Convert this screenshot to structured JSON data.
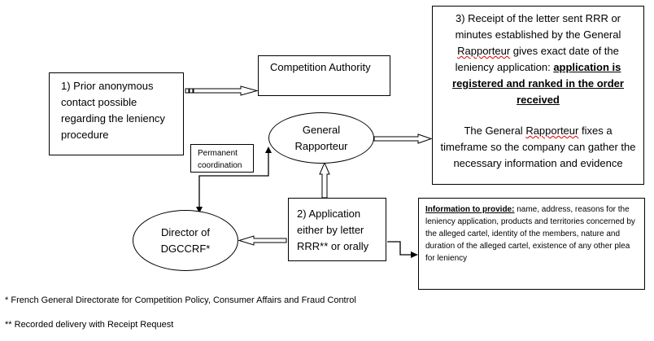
{
  "boxes": {
    "prior_contact": "1) Prior anonymous contact possible regarding the leniency procedure",
    "competition_authority": "Competition Authority",
    "receipt": {
      "line1": "3) Receipt of the letter sent RRR or minutes established by the General",
      "rapporteur_word": "Rapporteur",
      "line2": " gives exact date of the leniency application: ",
      "emphasis": "application is registered and ranked in the order received",
      "para2_prefix": "The General ",
      "para2_rest": " fixes a timeframe so the company can gather the necessary information and evidence"
    },
    "permanent_coordination": "Permanent coordination",
    "application": "2) Application either by letter RRR** or orally",
    "information": {
      "title": "Information to provide:",
      "body": " name, address, reasons for the leniency application, products and territories concerned by the alleged cartel, identity of the members, nature and duration of the alleged cartel, existence of any other plea for leniency"
    }
  },
  "ellipses": {
    "general_rapporteur": "General Rapporteur",
    "director": "Director of DGCCRF*"
  },
  "footnotes": {
    "note1": "French General Directorate for Competition Policy, Consumer Affairs and Fraud Control",
    "note1_marker": "*",
    "note2": "Recorded delivery with Receipt Request",
    "note2_marker": "**"
  }
}
